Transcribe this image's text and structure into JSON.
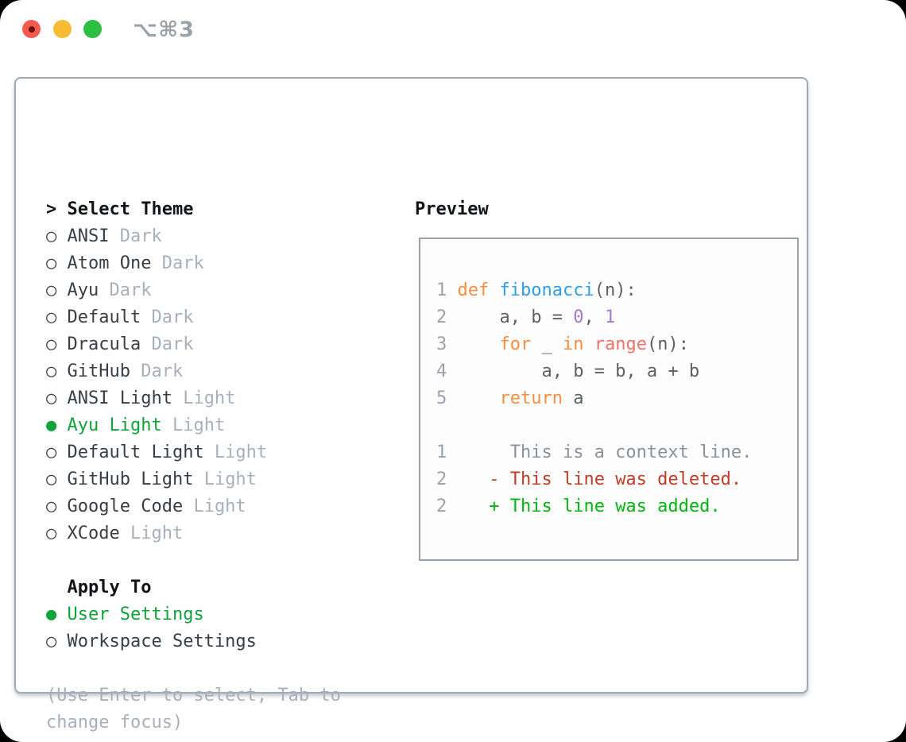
{
  "titlebar": {
    "title": "⌥⌘3"
  },
  "colors": {
    "traffic_red": "#f25b4e",
    "traffic_yellow": "#f7bb34",
    "traffic_green": "#2dbf42",
    "ui_selected_green": "#0da438",
    "muted_gray": "#a8b0bb",
    "dark_text": "#383e46",
    "header_black": "#111418",
    "panel_border": "#a0a9b4",
    "preview_border": "#98a2ad",
    "code_foreground": "#5c6166",
    "code_keyword_orange": "#fa8d3e",
    "code_function_blue": "#2f9ee6",
    "code_builtin_coral": "#f0716a",
    "code_number_purple": "#a37acc",
    "line_number_gray": "#9aa1aa",
    "diff_context_gray": "#8a9199",
    "diff_deleted_red": "#c43c26",
    "diff_added_green": "#00b80f"
  },
  "glyphs": {
    "prompt": ">",
    "radio_unselected": "○",
    "radio_selected": "●"
  },
  "left_pane": {
    "header": "Select Theme",
    "themes": [
      {
        "name": "ANSI",
        "variant": "Dark",
        "selected": false
      },
      {
        "name": "Atom One",
        "variant": "Dark",
        "selected": false
      },
      {
        "name": "Ayu",
        "variant": "Dark",
        "selected": false
      },
      {
        "name": "Default",
        "variant": "Dark",
        "selected": false
      },
      {
        "name": "Dracula",
        "variant": "Dark",
        "selected": false
      },
      {
        "name": "GitHub",
        "variant": "Dark",
        "selected": false
      },
      {
        "name": "ANSI Light",
        "variant": "Light",
        "selected": false
      },
      {
        "name": "Ayu Light",
        "variant": "Light",
        "selected": true
      },
      {
        "name": "Default Light",
        "variant": "Light",
        "selected": false
      },
      {
        "name": "GitHub Light",
        "variant": "Light",
        "selected": false
      },
      {
        "name": "Google Code",
        "variant": "Light",
        "selected": false
      },
      {
        "name": "XCode",
        "variant": "Light",
        "selected": false
      }
    ],
    "apply_to": {
      "header": "Apply To",
      "options": [
        {
          "label": "User Settings",
          "selected": true
        },
        {
          "label": "Workspace Settings",
          "selected": false
        }
      ]
    },
    "help_lines": [
      "(Use Enter to select, Tab to",
      "change focus)"
    ]
  },
  "preview": {
    "header": "Preview",
    "lines": [
      {
        "num": "1",
        "segments": [
          {
            "t": "def",
            "s": "kw"
          },
          {
            "t": " ",
            "s": "fg"
          },
          {
            "t": "fibonacci",
            "s": "fn"
          },
          {
            "t": "(n):",
            "s": "fg"
          }
        ]
      },
      {
        "num": "2",
        "segments": [
          {
            "t": "    a, b = ",
            "s": "fg"
          },
          {
            "t": "0",
            "s": "num"
          },
          {
            "t": ", ",
            "s": "fg"
          },
          {
            "t": "1",
            "s": "num"
          }
        ]
      },
      {
        "num": "3",
        "segments": [
          {
            "t": "    ",
            "s": "fg"
          },
          {
            "t": "for",
            "s": "kw"
          },
          {
            "t": " _ ",
            "s": "fg"
          },
          {
            "t": "in",
            "s": "kw"
          },
          {
            "t": " ",
            "s": "fg"
          },
          {
            "t": "range",
            "s": "coral"
          },
          {
            "t": "(n):",
            "s": "fg"
          }
        ]
      },
      {
        "num": "4",
        "segments": [
          {
            "t": "        a, b = b, a + b",
            "s": "fg"
          }
        ]
      },
      {
        "num": "5",
        "segments": [
          {
            "t": "    ",
            "s": "fg"
          },
          {
            "t": "return",
            "s": "kw"
          },
          {
            "t": " a",
            "s": "fg"
          }
        ]
      },
      {
        "num": "",
        "segments": []
      },
      {
        "num": "1",
        "segments": [
          {
            "t": "     This is a context line.",
            "s": "ctx"
          }
        ]
      },
      {
        "num": "2",
        "segments": [
          {
            "t": "   ",
            "s": "fg"
          },
          {
            "t": "- This line was deleted.",
            "s": "del"
          }
        ]
      },
      {
        "num": "2",
        "segments": [
          {
            "t": "   ",
            "s": "fg"
          },
          {
            "t": "+ This line was added.",
            "s": "add"
          }
        ]
      }
    ]
  }
}
